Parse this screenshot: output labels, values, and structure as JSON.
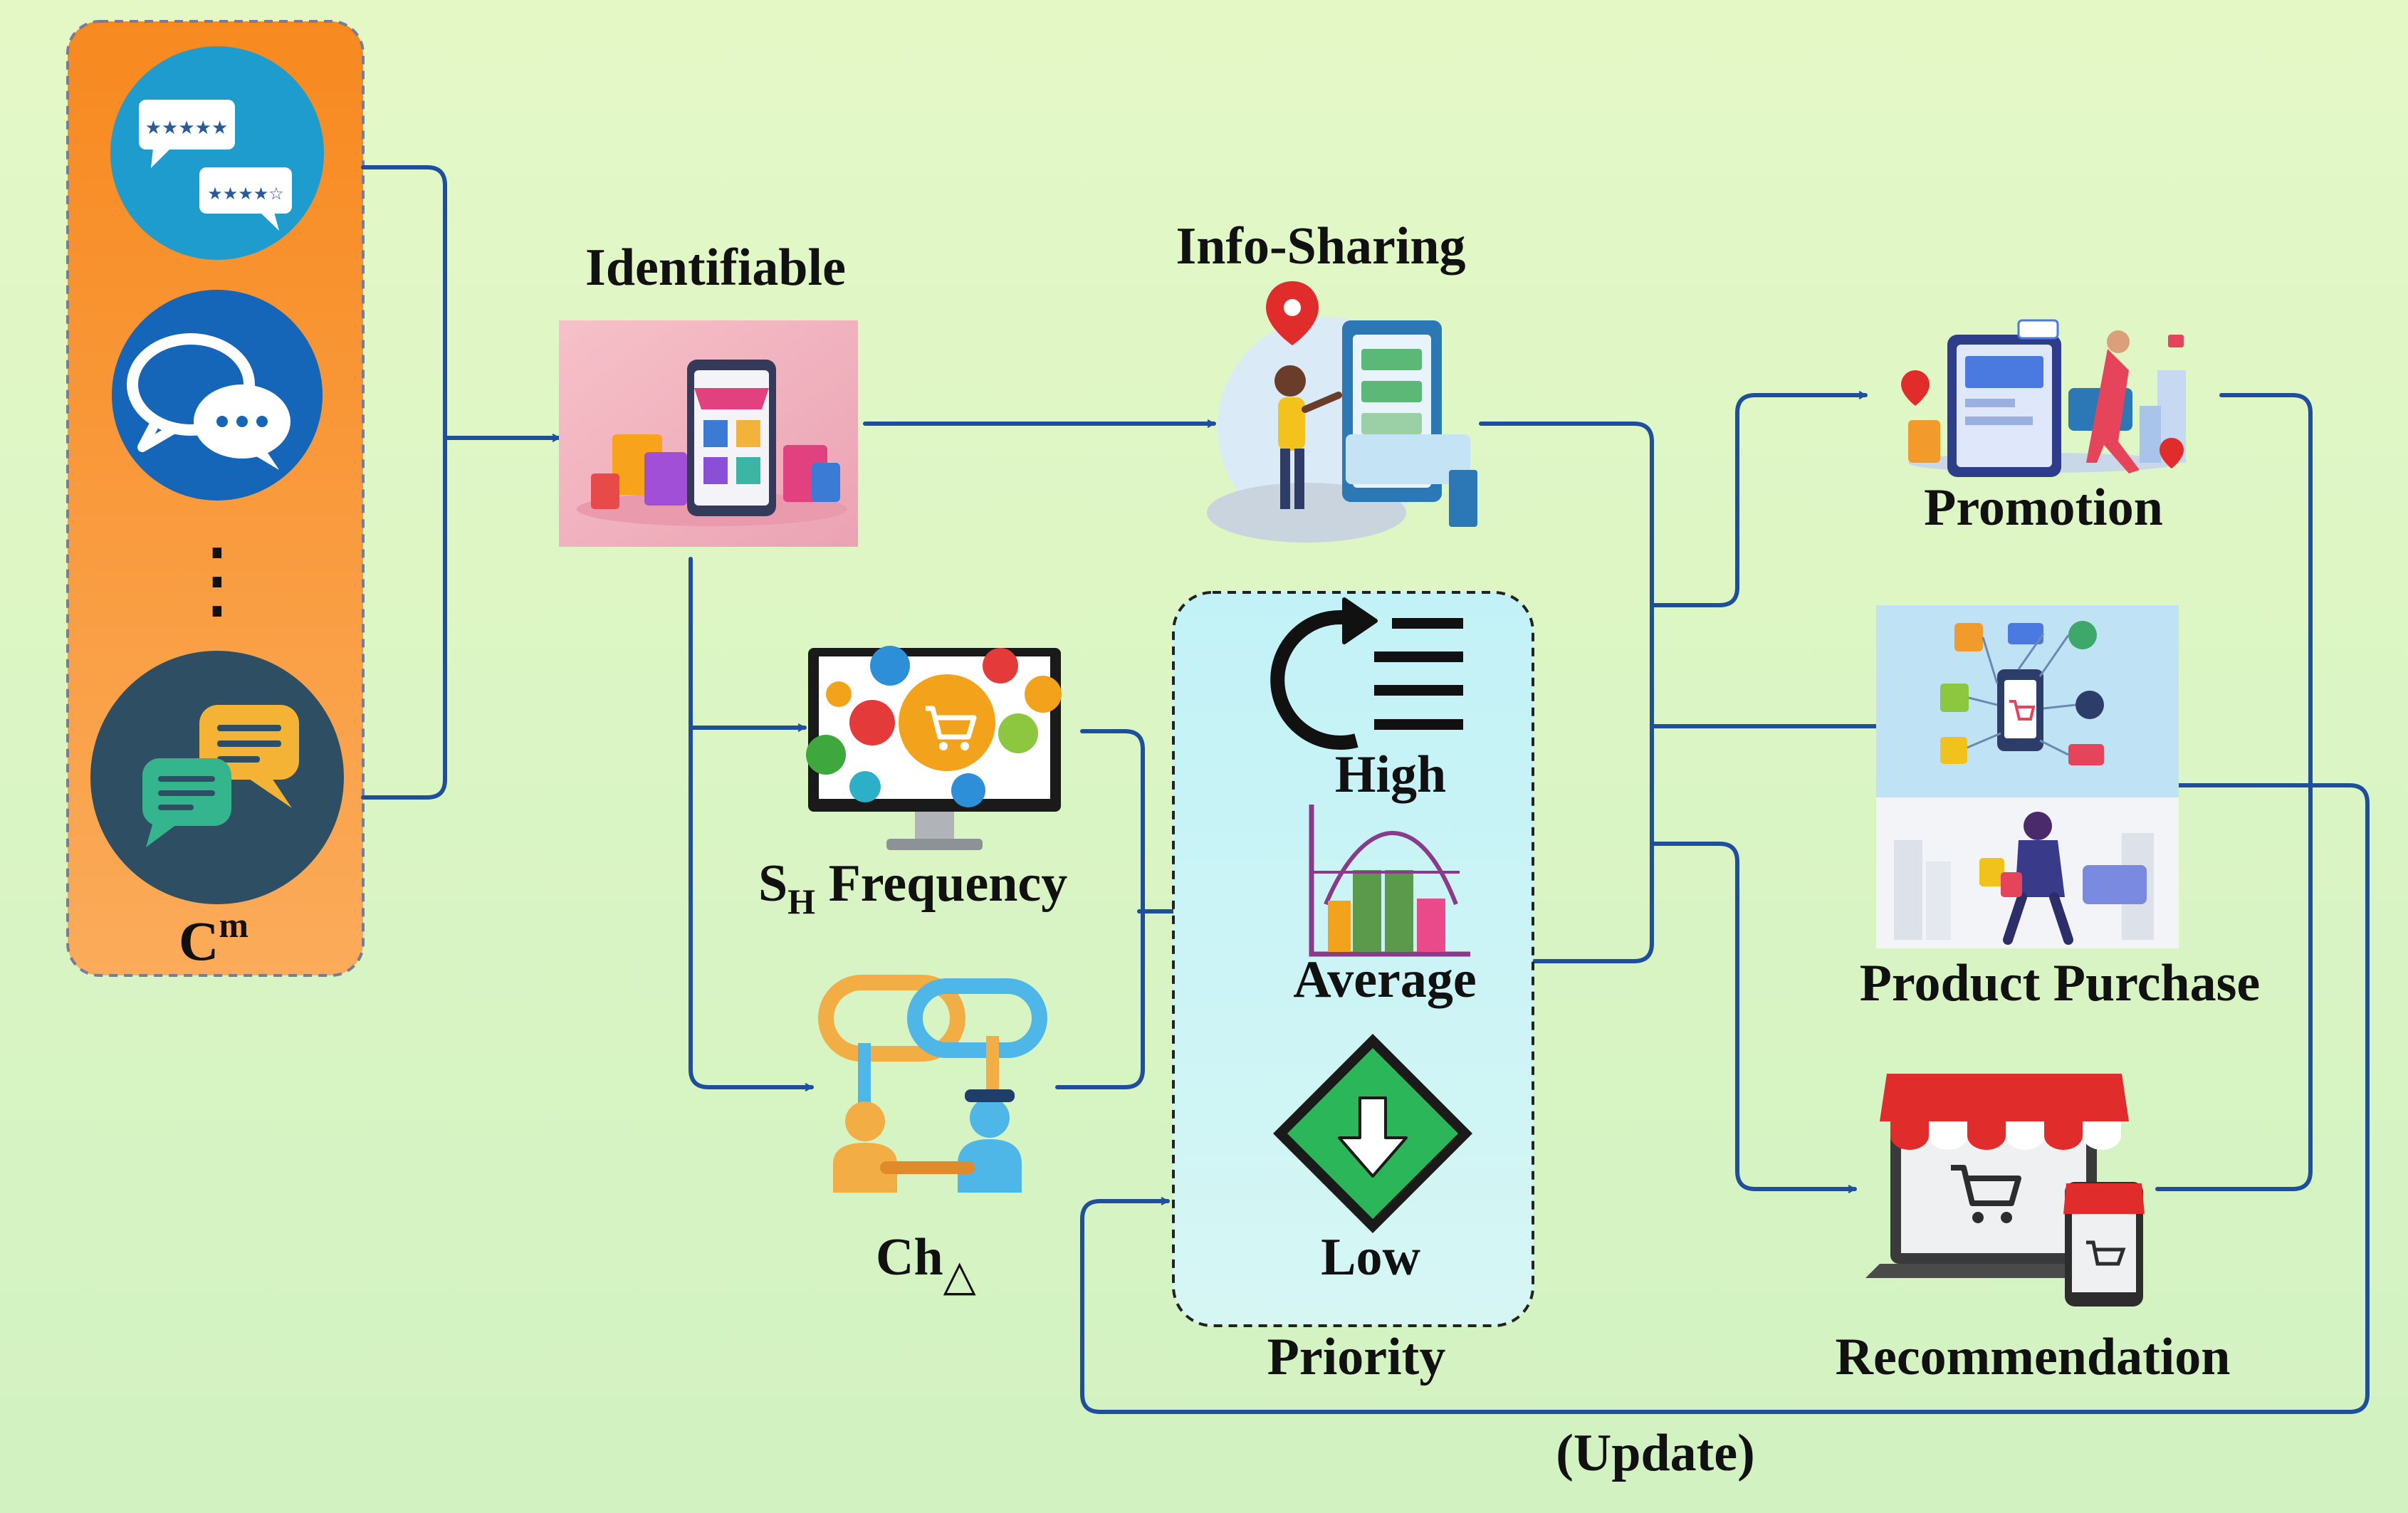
{
  "colors": {
    "background_top": "#e4f8c6",
    "background_bottom": "#d2f2c2",
    "connector": "#1f4f9c",
    "source_panel": "#f7891f",
    "priority_panel": "#c2f2f7"
  },
  "source_group": {
    "label_base": "C",
    "label_sup": "m",
    "ellipsis": "⋮",
    "icons": [
      "star-review-chat-icon",
      "speech-bubbles-icon",
      "chat-messages-icon"
    ]
  },
  "nodes": {
    "identifiable": "Identifiable",
    "info_sharing": "Info-Sharing",
    "frequency_prefix": "S",
    "frequency_sub": "H",
    "frequency_suffix": " Frequency",
    "change_base": "Ch",
    "change_sub": "△",
    "promotion": "Promotion",
    "product_purchase": "Product Purchase",
    "recommendation": "Recommendation"
  },
  "priority": {
    "title": "Priority",
    "high": "High",
    "average": "Average",
    "low": "Low"
  },
  "feedback_label": "(Update)"
}
